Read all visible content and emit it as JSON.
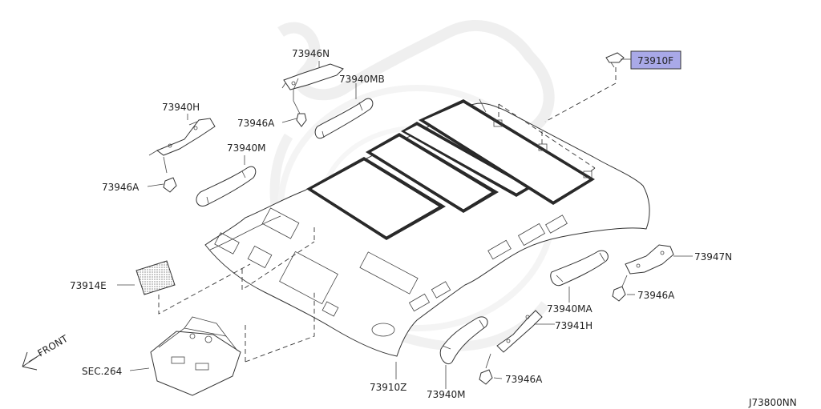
{
  "labels": {
    "l73946N": "73946N",
    "l73940MB": "73940MB",
    "l73940H": "73940H",
    "l73946A_1": "73946A",
    "l73940M_1": "73940M",
    "l73946A_2": "73946A",
    "l73914E": "73914E",
    "lFRONT": "FRONT",
    "lSEC264": "SEC.264",
    "l73910Z": "73910Z",
    "l73940M_2": "73940M",
    "l73946A_3": "73946A",
    "l73941H": "73941H",
    "l73940MA": "73940MA",
    "l73946A_4": "73946A",
    "l73947N": "73947N",
    "l73910F": "73910F"
  },
  "diagram_id": "J73800NN",
  "colors": {
    "highlight_fill": "#a9a9e8",
    "line": "#333333",
    "watermark": "#e6e6e6"
  }
}
